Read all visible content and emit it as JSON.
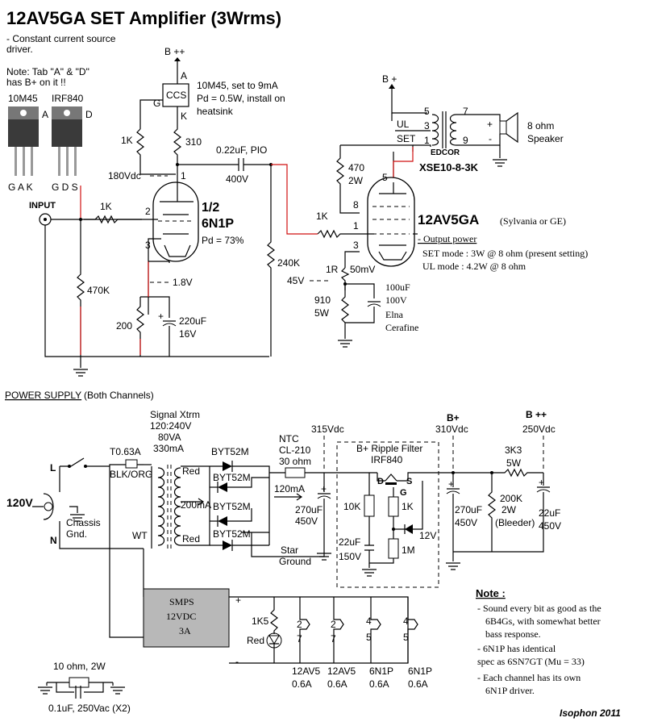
{
  "title": "12AV5GA SET Amplifier (3Wrms)",
  "intro_note": [
    "- Constant current source",
    "driver."
  ],
  "tab_note": [
    "Note: Tab \"A\" & \"D\"",
    "has B+ on it !!"
  ],
  "parts": {
    "p10m45": "10M45",
    "irf840_label": "IRF840",
    "tab_a": "A",
    "tab_d": "D",
    "pins_10m45": "G A K",
    "pins_irf840": "G D S"
  },
  "amp": {
    "bpp_top": "B ++",
    "ccs": "CCS",
    "ccs_a": "A",
    "ccs_g": "G",
    "ccs_k": "K",
    "ccs_note": [
      "10M45, set to 9mA",
      "Pd = 0.5W, install on",
      "heatsink"
    ],
    "r1k_left": "1K",
    "r310": "310",
    "cap_coupling": "0.22uF, PIO",
    "cap_v": "400V",
    "v180": "180Vdc",
    "pin1": "1",
    "pin2": "2",
    "pin3": "3",
    "tube1_a": "1/2",
    "tube1_b": "6N1P",
    "tube1_pd": "Pd = 73%",
    "input": "INPUT",
    "rin": "1K",
    "r470k": "470K",
    "r240k": "240K",
    "v18": "1.8V",
    "r200": "200",
    "c220": "220uF",
    "c220v": "16V",
    "bplus": "B +",
    "otp": [
      "5",
      "3",
      "1"
    ],
    "ots": [
      "7",
      "9"
    ],
    "ot_ul": "UL",
    "ot_set": "SET",
    "plus": "+",
    "minus": "-",
    "speaker": [
      "8 ohm",
      "Speaker"
    ],
    "edcor": "EDCOR",
    "xse": "XSE10-8-3K",
    "r470": "470",
    "r470w": "2W",
    "pin5": "5",
    "pin8": "8",
    "pin1b": "1",
    "pin3b": "3",
    "r1k_grid": "1K",
    "tube2": "12AV5GA",
    "tube2_sub": "(Sylvania or GE)",
    "out_head": "- Output power",
    "out_set": "SET mode : 3W @ 8 ohm (present setting)",
    "out_ul": "UL mode : 4.2W @ 8 ohm",
    "r1r": "1R",
    "v50": "50mV",
    "v45": "45V",
    "r910": "910",
    "r910w": "5W",
    "c100": [
      "100uF",
      "100V",
      "Elna",
      "Cerafine"
    ]
  },
  "ps": {
    "heading": "POWER SUPPLY",
    "heading_sub": "(Both Channels)",
    "xfmr": [
      "Signal Xtrm",
      "120:240V",
      "80VA",
      "330mA"
    ],
    "fuse": "T0.63A",
    "blk": "BLK/ORG",
    "l": "L",
    "n": "N",
    "mains": "120V",
    "chassis": [
      "Chassis",
      "Gnd."
    ],
    "red1": "Red",
    "red2": "Red",
    "wt": "WT",
    "ma200": "200mA",
    "diodes": [
      "BYT52M",
      "BYT52M",
      "BYT52M",
      "BYT52M"
    ],
    "ntc": [
      "NTC",
      "CL-210",
      "30 ohm"
    ],
    "ma120": "120mA",
    "v315": "315Vdc",
    "c270a": [
      "270uF",
      "450V"
    ],
    "star": [
      "Star",
      "Ground"
    ],
    "filter": [
      "B+ Ripple Filter",
      "IRF840"
    ],
    "fet_d": "D",
    "fet_s": "S",
    "fet_g": "G",
    "r10k": "10K",
    "r1k": "1K",
    "r1m": "1M",
    "c22a": [
      "22uF",
      "150V"
    ],
    "z12": "12V",
    "bplus": "B+",
    "v310": "310Vdc",
    "c270b": [
      "270uF",
      "450V"
    ],
    "r3k3": [
      "3K3",
      "5W"
    ],
    "r200k": [
      "200K",
      "2W",
      "(Bleeder)"
    ],
    "bpp": "B ++",
    "v250": "250Vdc",
    "c22b": [
      "22uF",
      "450V"
    ],
    "smps": [
      "SMPS",
      "12VDC",
      "3A"
    ],
    "sm_plus": "+",
    "sm_minus": "-",
    "r1k5": "1K5",
    "led": "Red",
    "heaters": [
      {
        "pins": [
          "2",
          "7"
        ],
        "name": "12AV5",
        "amp": "0.6A"
      },
      {
        "pins": [
          "2",
          "7"
        ],
        "name": "12AV5",
        "amp": "0.6A"
      },
      {
        "pins": [
          "4",
          "5"
        ],
        "name": "6N1P",
        "amp": "0.6A"
      },
      {
        "pins": [
          "4",
          "5"
        ],
        "name": "6N1P",
        "amp": "0.6A"
      }
    ],
    "snub": [
      "10 ohm, 2W",
      "0.1uF, 250Vac (X2)"
    ]
  },
  "note": {
    "head": "Note :",
    "lines": [
      "- Sound every bit as good as the",
      "6B4Gs, with somewhat better",
      "bass response.",
      "- 6N1P has identical",
      "spec as 6SN7GT (Mu = 33)",
      "- Each channel has its own",
      "6N1P driver."
    ]
  },
  "signature": "Isophon 2011"
}
